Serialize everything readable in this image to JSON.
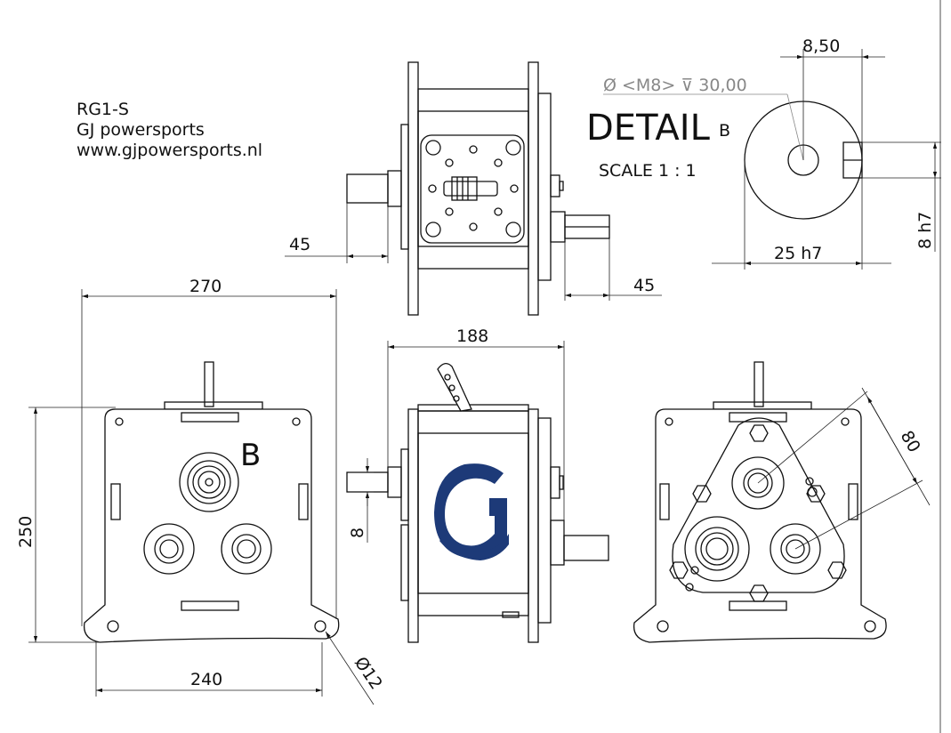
{
  "title_block": {
    "line1": "RG1-S",
    "line2": "GJ powersports",
    "line3": "www.gjpowersports.nl"
  },
  "detail": {
    "heading": "DETAIL",
    "letter": "B",
    "scale": "SCALE 1 : 1",
    "callout": "B"
  },
  "dimensions": {
    "top_left_45": "45",
    "top_right_45": "45",
    "width_270": "270",
    "height_250": "250",
    "base_240": "240",
    "hole_dia": "Ø12",
    "side_188": "188",
    "side_8": "8",
    "rear_80": "80",
    "detail_850": "8,50",
    "detail_hole": "Ø <M8> ⊽ 30,00",
    "detail_25h7": "25 h7",
    "detail_8h7": "8 h7"
  },
  "colors": {
    "line": "#111111",
    "logo_blue": "#1d3a78",
    "note_grey": "#888888"
  }
}
